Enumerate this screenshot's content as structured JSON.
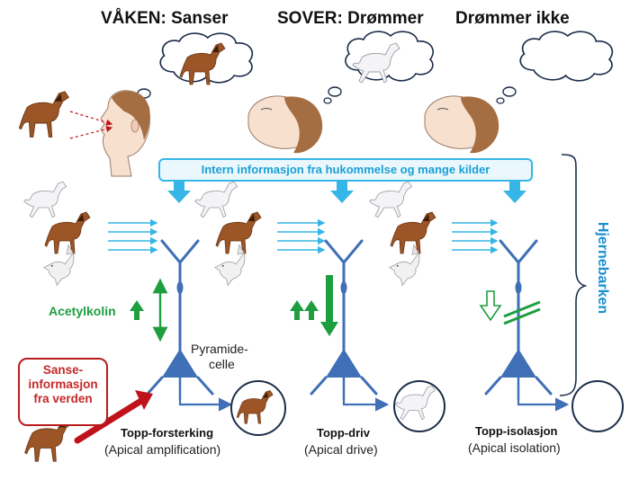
{
  "titles": {
    "awake": "VÅKEN: Sanser",
    "asleep_dreaming": "SOVER: Drømmer",
    "not_dreaming": "Drømmer ikke"
  },
  "banner": "Intern informasjon fra hukommelse og mange kilder",
  "cortex_label": "Hjernebarken",
  "acetylcholine": "Acetylkolin",
  "pyramid_cell": {
    "line1": "Pyramide-",
    "line2": "celle"
  },
  "sensory_info": {
    "line1": "Sanse-",
    "line2": "informasjon",
    "line3": "fra verden"
  },
  "modes": [
    {
      "name": "Topp-forsterking",
      "translation": "(Apical amplification)"
    },
    {
      "name": "Topp-driv",
      "translation": "(Apical drive)"
    },
    {
      "name": "Topp-isolasjon",
      "translation": "(Apical isolation)"
    }
  ],
  "colors": {
    "neuron": "#3f6fb6",
    "input_arrows": "#35b6e6",
    "green": "#1f9e3f",
    "red": "#c0121b",
    "banner_text": "#1a9fd6"
  },
  "icons": [
    "horse-icon",
    "white-horse-icon",
    "dove-icon",
    "head-icon",
    "thought-cloud-icon",
    "eye-gaze-icon"
  ]
}
